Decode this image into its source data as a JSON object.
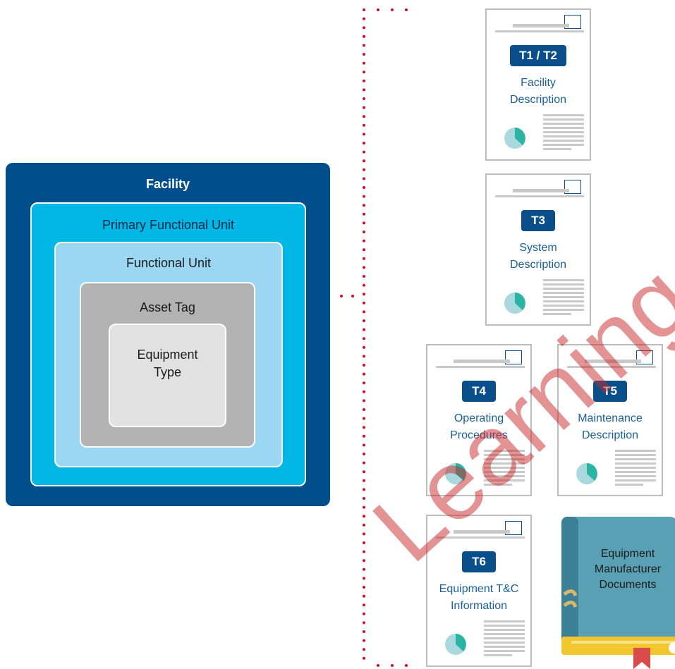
{
  "hierarchy": {
    "facility": "Facility",
    "primary_functional_unit": "Primary Functional Unit",
    "functional_unit": "Functional Unit",
    "asset_tag": "Asset Tag",
    "equipment_type_line1": "Equipment",
    "equipment_type_line2": "Type"
  },
  "documents": [
    {
      "badge": "T1 / T2",
      "title_line1": "Facility",
      "title_line2": "Description"
    },
    {
      "badge": "T3",
      "title_line1": "System",
      "title_line2": "Description"
    },
    {
      "badge": "T4",
      "title_line1": "Operating",
      "title_line2": "Procedures"
    },
    {
      "badge": "T5",
      "title_line1": "Maintenance",
      "title_line2": "Description"
    },
    {
      "badge": "T6",
      "title_line1": "Equipment T&C",
      "title_line2": "Information"
    }
  ],
  "book": {
    "line1": "Equipment",
    "line2": "Manufacturer",
    "line3": "Documents"
  },
  "watermark": "Learning L",
  "colors": {
    "facility": "#004f8c",
    "primary_functional_unit": "#00b7e6",
    "functional_unit": "#9bd7f3",
    "asset_tag": "#b3b3b3",
    "equipment_type": "#e2e2e2",
    "doc_badge": "#0a4f8a",
    "doc_title": "#1a5f96",
    "connector": "#c8102e",
    "book_cover": "#5aa0b5"
  }
}
